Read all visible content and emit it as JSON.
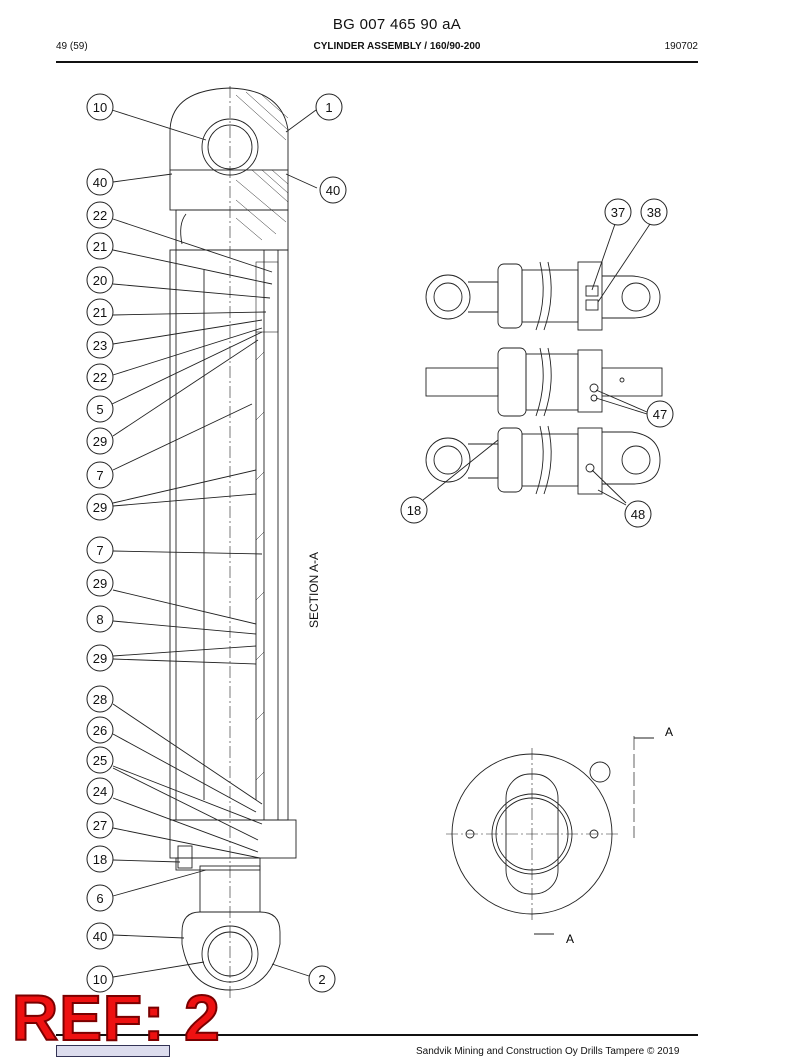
{
  "header": {
    "doc_number": "BG 007 465 90 aA",
    "page": "49 (59)",
    "title": "CYLINDER ASSEMBLY / 160/90-200",
    "date": "190702"
  },
  "section_label": "SECTION A-A",
  "section_markers": [
    "A",
    "A"
  ],
  "callouts_left": [
    "10",
    "40",
    "22",
    "21",
    "20",
    "21",
    "23",
    "22",
    "5",
    "29",
    "7",
    "29",
    "7",
    "29",
    "8",
    "29",
    "28",
    "26",
    "25",
    "24",
    "27",
    "18",
    "6",
    "40",
    "10"
  ],
  "callouts_right_main": [
    "1",
    "40",
    "2"
  ],
  "callouts_views": [
    "37",
    "38",
    "47",
    "18",
    "48"
  ],
  "ref_badge": "REF: 2",
  "footer": {
    "copyright": "Sandvik Mining and Construction Oy Drills Tampere © 2019"
  },
  "colors": {
    "ref_badge": "#ee1111",
    "line": "#222222"
  }
}
